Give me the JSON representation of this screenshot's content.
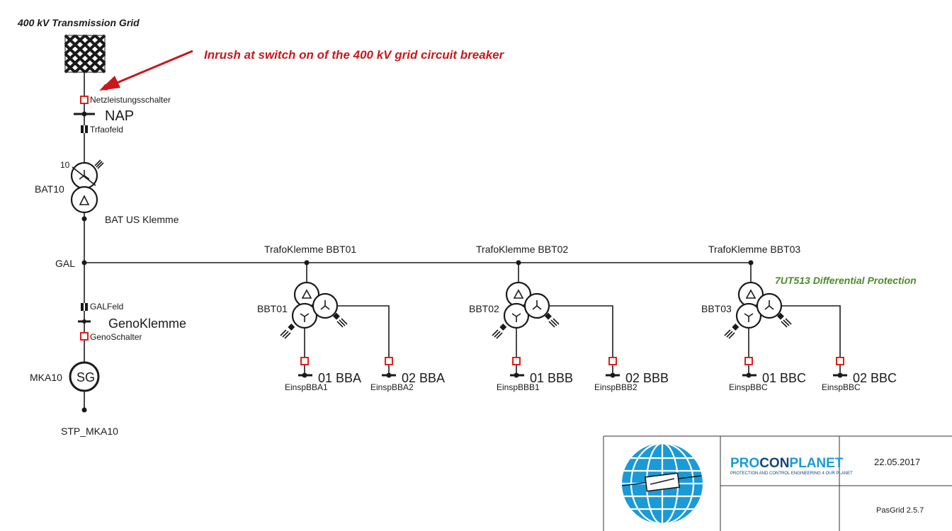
{
  "colors": {
    "line": "#1a1a1a",
    "breaker": "#e0201a",
    "annotation": "#c8181c",
    "protection": "#4f8a2a",
    "brand_blue": "#1a9ad6",
    "brand_dark": "#16457a",
    "globe": "#1a9ad6"
  },
  "grid": {
    "title": "400 kV Transmission Grid",
    "annotation": "Inrush at switch on of the 400 kV grid circuit breaker",
    "breaker_label": "Netzleistungsschalter",
    "nap_label": "NAP",
    "field_label": "Trfaofeld"
  },
  "main_transformer": {
    "tap": "10",
    "name": "BAT10",
    "terminal": "BAT US Klemme"
  },
  "busbar": {
    "label": "GAL"
  },
  "generator": {
    "field_label": "GALFeld",
    "terminal_label": "GenoKlemme",
    "breaker_label": "GenoSchalter",
    "name": "MKA10",
    "symbol": "SG",
    "star_point": "STP_MKA10"
  },
  "protection_note": "7UT513 Differential Protection",
  "branches": [
    {
      "terminal": "TrafoKlemme BBT01",
      "name": "BBT01",
      "bus1": "01 BBA",
      "feed1": "EinspBBA1",
      "bus2": "02 BBA",
      "feed2": "EinspBBA2"
    },
    {
      "terminal": "TrafoKlemme BBT02",
      "name": "BBT02",
      "bus1": "01 BBB",
      "feed1": "EinspBBB1",
      "bus2": "02 BBB",
      "feed2": "EinspBBB2"
    },
    {
      "terminal": "TrafoKlemme BBT03",
      "name": "BBT03",
      "bus1": "01 BBC",
      "feed1": "EinspBBC",
      "bus2": "02 BBC",
      "feed2": "EinspBBC"
    }
  ],
  "title_block": {
    "brand_pro": "PRO",
    "brand_con": "CON",
    "brand_planet": "PLANET",
    "tagline": "PROTECTION AND CONTROL ENGINEERING 4 OUR PLANET",
    "date": "22.05.2017",
    "version": "PasGrid 2.5.7"
  }
}
